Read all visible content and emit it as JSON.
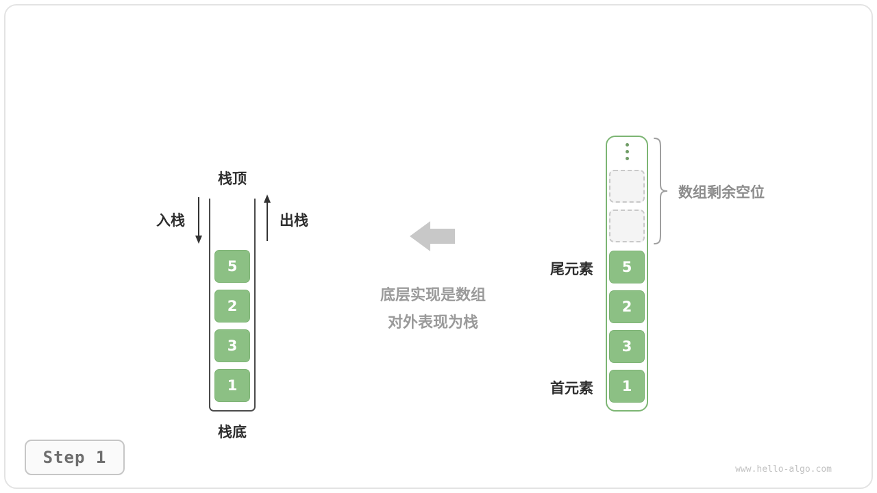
{
  "stack": {
    "top_label": "栈顶",
    "bottom_label": "栈底",
    "push_label": "入栈",
    "pop_label": "出栈",
    "values": [
      "5",
      "2",
      "3",
      "1"
    ]
  },
  "middle": {
    "caption_line1": "底层实现是数组",
    "caption_line2": "对外表现为栈"
  },
  "array": {
    "values": [
      "5",
      "2",
      "3",
      "1"
    ],
    "empty_slot_count": 2,
    "remaining_label": "数组剩余空位",
    "tail_label": "尾元素",
    "head_label": "首元素"
  },
  "footer": {
    "step_label": "Step 1",
    "watermark": "www.hello-algo.com"
  },
  "colors": {
    "cell_green": "#8cc084",
    "array_border_green": "#7cb573",
    "stack_outline_gray": "#4a4a4a",
    "caption_gray": "#9a9a9a",
    "block_arrow_gray": "#c8c8c8",
    "empty_slot_gray": "#c9c9c9"
  }
}
